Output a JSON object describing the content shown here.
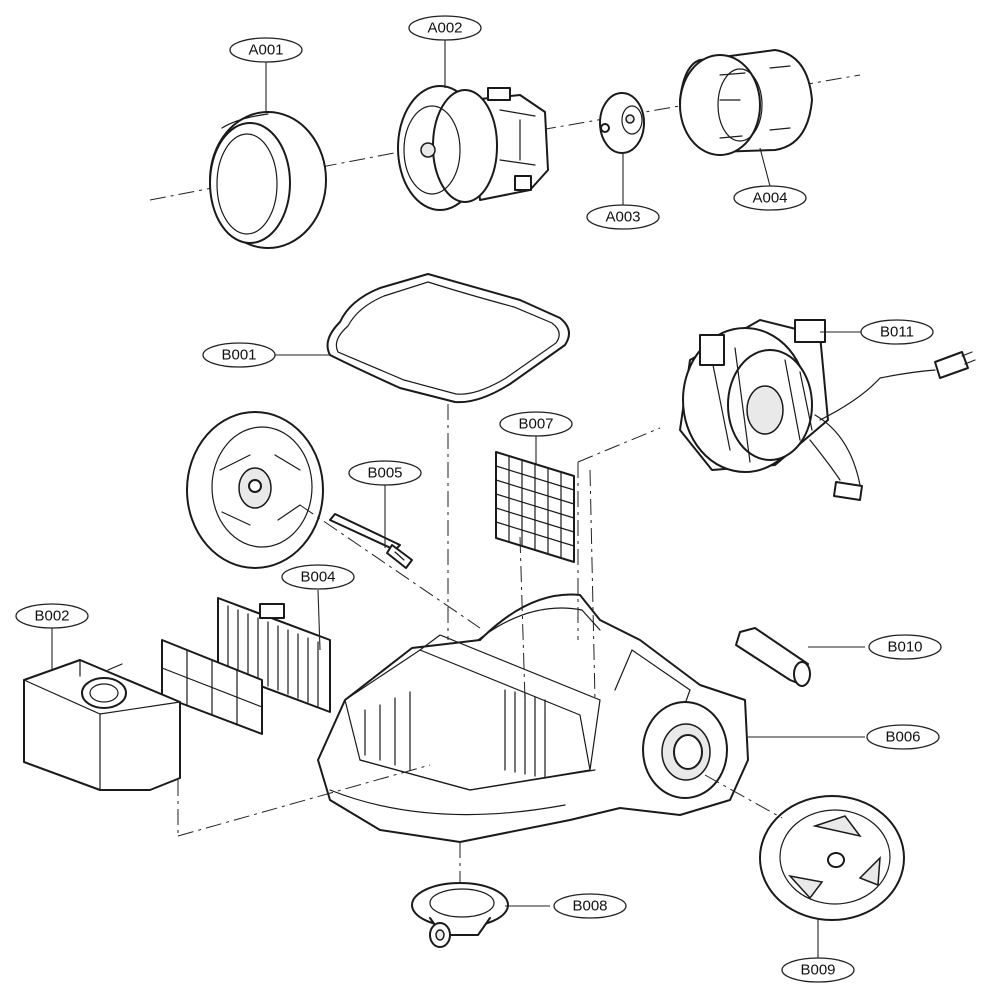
{
  "callouts": {
    "A001": "A001",
    "A002": "A002",
    "A003": "A003",
    "A004": "A004",
    "B001": "B001",
    "B002": "B002",
    "B004": "B004",
    "B005": "B005",
    "B006": "B006",
    "B007": "B007",
    "B008": "B008",
    "B009": "B009",
    "B010": "B010",
    "B011": "B011"
  }
}
